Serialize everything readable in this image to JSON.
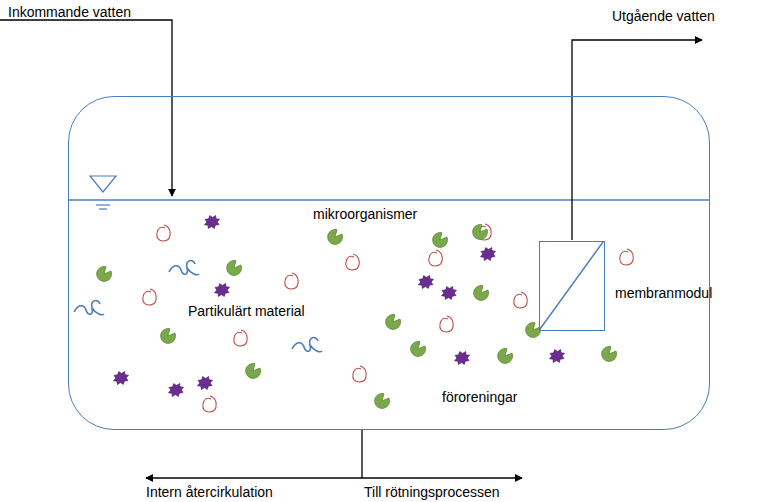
{
  "diagram": {
    "nodes": [
      {
        "text": [
          "mikroorganismer",
          "Partikulärt material",
          "föroreningar"
        ]
      },
      {
        "text": [
          "membranmodul"
        ],
        "in": 0
      }
    ],
    "labels": [
      "Inkommande vatten",
      "Utgående vatten",
      "Intern återcirkulation",
      "Till rötningsprocessen"
    ]
  }
}
